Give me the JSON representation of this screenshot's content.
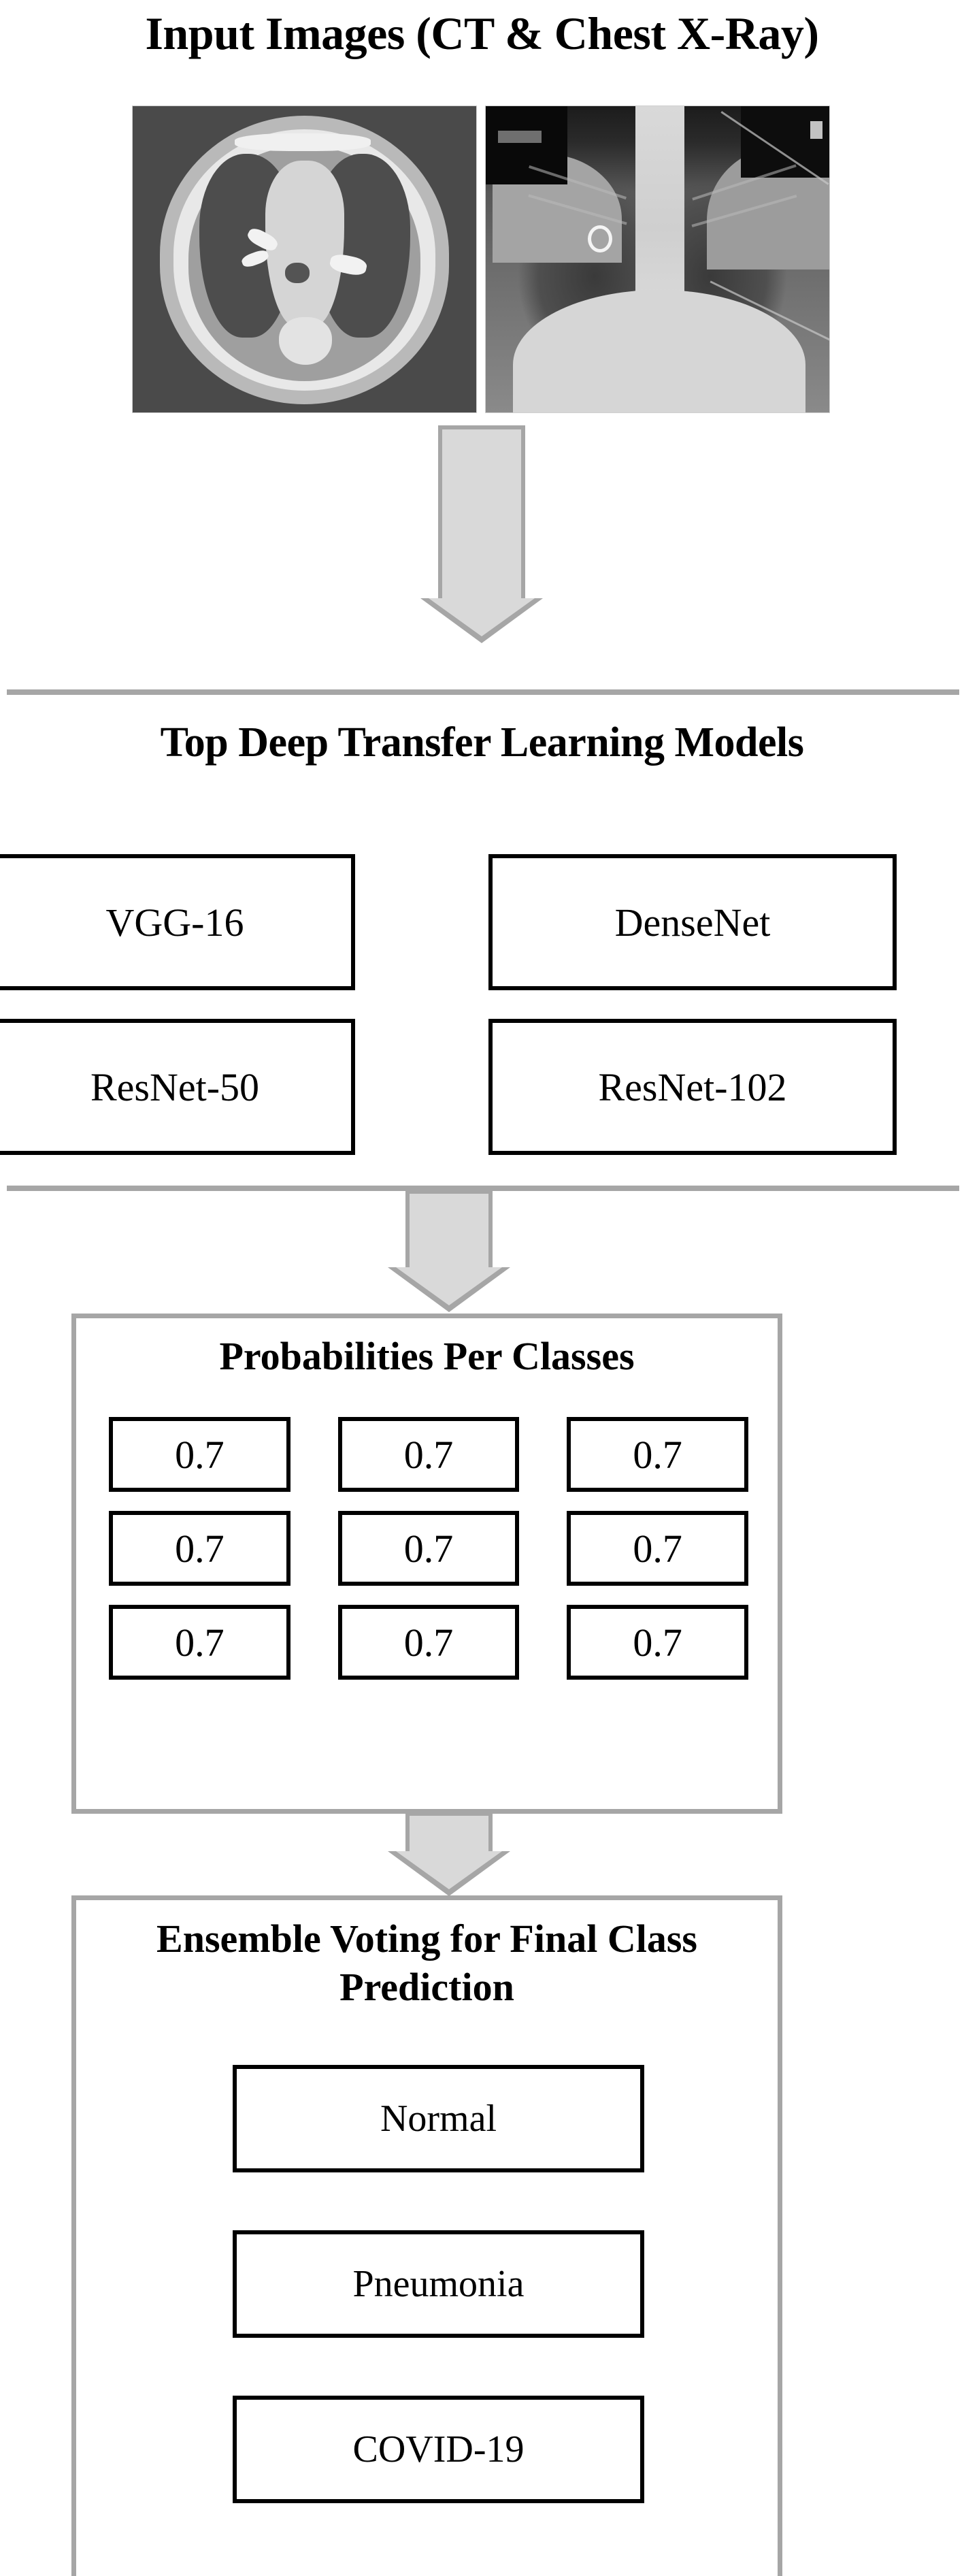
{
  "title": "Input Images (CT & Chest X-Ray)",
  "sections": {
    "models_heading": "Top Deep Transfer Learning Models",
    "probabilities_heading": "Probabilities Per Classes",
    "ensemble_heading": "Ensemble Voting for Final Class Prediction"
  },
  "input_images": [
    {
      "name": "ct-scan",
      "modality": "CT"
    },
    {
      "name": "chest-xray",
      "modality": "Chest X-Ray"
    }
  ],
  "models": [
    {
      "label": "VGG-16"
    },
    {
      "label": "DenseNet"
    },
    {
      "label": "ResNet-50"
    },
    {
      "label": "ResNet-102"
    }
  ],
  "probabilities": [
    [
      "0.7",
      "0.7",
      "0.7"
    ],
    [
      "0.7",
      "0.7",
      "0.7"
    ],
    [
      "0.7",
      "0.7",
      "0.7"
    ]
  ],
  "classes": [
    {
      "label": "Normal"
    },
    {
      "label": "Pneumonia"
    },
    {
      "label": "COVID-19"
    }
  ],
  "colors": {
    "arrow_fill": "#d9d9d9",
    "arrow_border": "#a6a6a6",
    "divider": "#a6a6a6",
    "panel_border": "#a6a6a6",
    "box_border": "#000000",
    "text": "#000000",
    "background": "#ffffff"
  },
  "icons": {
    "flow_arrow": "down-arrow-icon"
  }
}
